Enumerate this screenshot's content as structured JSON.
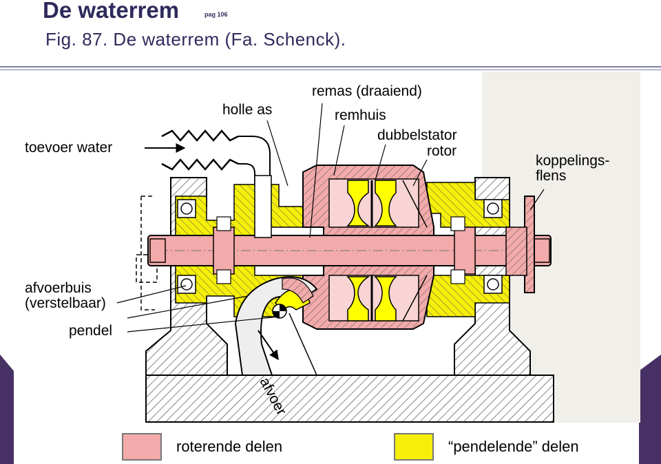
{
  "header": {
    "title": "De waterrem",
    "page_ref": "pag 106",
    "subtitle": "Fig. 87. De waterrem (Fa. Schenck)."
  },
  "labels": {
    "remas": "remas (draaiend)",
    "holle_as": "holle as",
    "remhuis": "remhuis",
    "toevoer": "toevoer water",
    "dubbelstator": "dubbelstator",
    "rotor": "rotor",
    "koppelingsflens": "koppelings-\nflens",
    "afvoerbuis": "afvoerbuis\n(verstelbaar)",
    "pendel": "pendel",
    "afvoer": "afvoer"
  },
  "legend": {
    "rotating": {
      "label": "roterende delen",
      "color": "#f2aaaa"
    },
    "pendulum": {
      "label": "“pendelende” delen",
      "color": "#f5ef0a"
    }
  },
  "colors": {
    "header_blue": "#2e2a5c",
    "side_purple": "#463064",
    "pink": "#f2aaaa",
    "yellow": "#f5ef0a",
    "stator_yellow": "#ffff00"
  }
}
